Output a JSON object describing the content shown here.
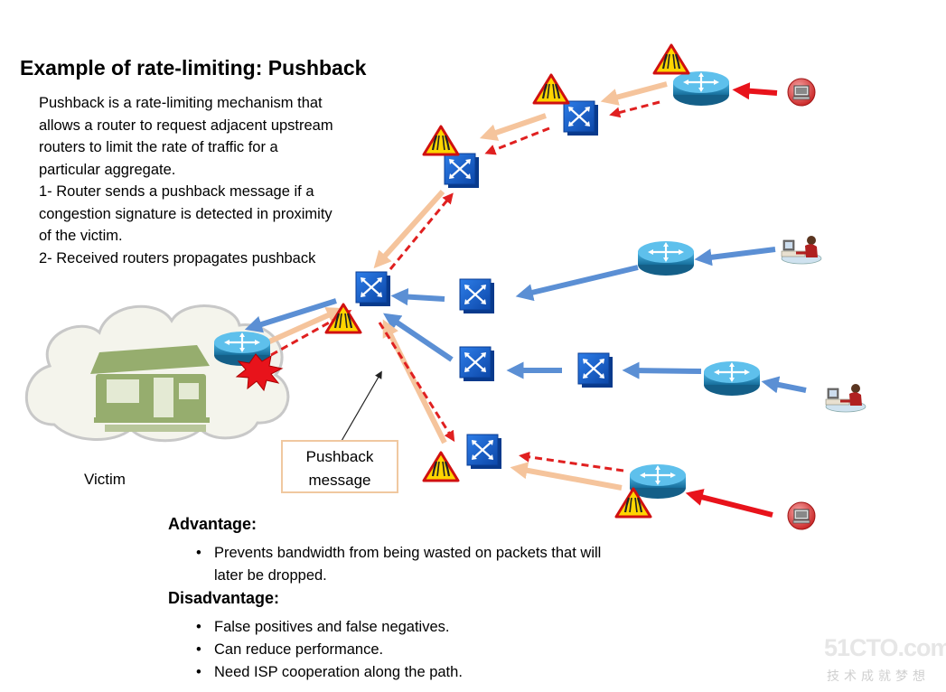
{
  "title": "Example of rate-limiting: Pushback",
  "intro_lines": [
    "Pushback is a rate-limiting mechanism that",
    "allows a router to request adjacent upstream",
    "routers to limit the rate of traffic for a",
    "particular aggregate.",
    "1- Router sends a pushback message  if a",
    "congestion signature is detected in proximity",
    "of the victim.",
    "2- Received routers propagates pushback"
  ],
  "victim_label": "Victim",
  "pushback_box": {
    "line1": "Pushback",
    "line2": "message"
  },
  "advantage": {
    "title": "Advantage:",
    "items": [
      "Prevents bandwidth from being wasted on packets that will",
      "later be dropped."
    ]
  },
  "disadvantage": {
    "title": "Disadvantage:",
    "items": [
      "False positives and false negatives.",
      "Can reduce performance.",
      "Need ISP cooperation  along the path."
    ]
  },
  "watermark": {
    "brand": "51CTO.com",
    "tagline": "技术成就梦想"
  },
  "colors": {
    "legit_traffic": "#5b8fd4",
    "attack_traffic": "#e8131b",
    "rate_limited": "#f5c49c",
    "pushback_signal": "#e02020",
    "router_fill": "#1f8fc4",
    "switch_fill": "#1560d0",
    "cloud_fill": "#f4f4ec",
    "warning": "#ffd500"
  },
  "icons": [
    "router-icon",
    "switch-icon",
    "warning-icon",
    "attacker-icon",
    "user-workstation-icon",
    "cloud-icon",
    "explosion-icon"
  ]
}
